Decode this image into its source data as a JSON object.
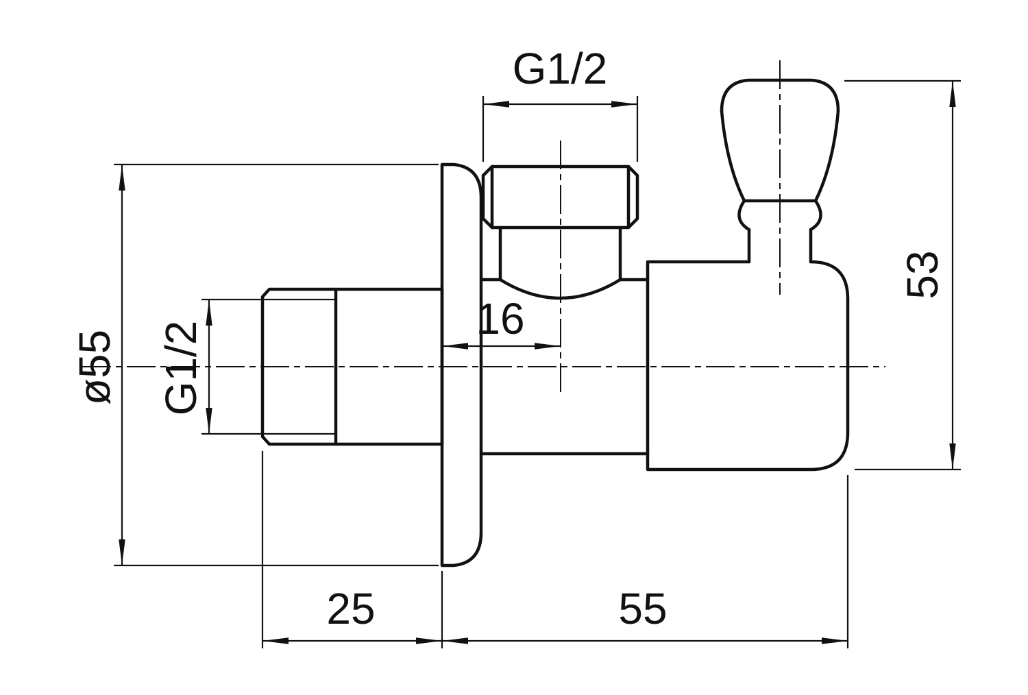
{
  "drawing": {
    "labels": {
      "dim_flange_diameter": "ø55",
      "dim_left_thread": "G1/2",
      "dim_top_thread": "G1/2",
      "dim_offset": "16",
      "dim_height": "53",
      "dim_depth": "25",
      "dim_length": "55"
    },
    "colors": {
      "line": "#111111",
      "background": "#ffffff"
    }
  }
}
